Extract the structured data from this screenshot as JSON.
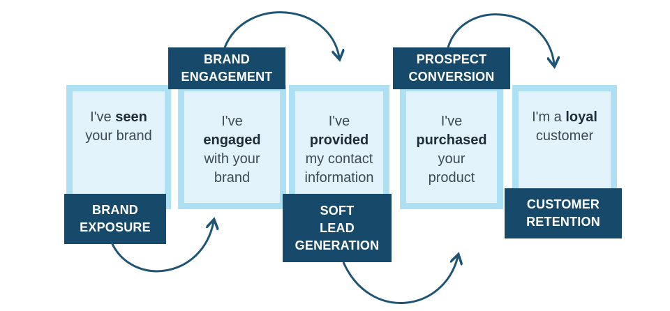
{
  "colors": {
    "card_fill": "#e3f3fb",
    "card_border": "#aee0f4",
    "label_fill": "#174a6a",
    "label_text": "#ffffff",
    "arrow": "#1f5574"
  },
  "stages": [
    {
      "label": [
        "BRAND",
        "EXPOSURE"
      ],
      "statement": [
        [
          {
            "t": "I've "
          },
          {
            "t": "seen",
            "b": true
          }
        ],
        [
          {
            "t": "your brand"
          }
        ]
      ]
    },
    {
      "label": [
        "BRAND",
        "ENGAGEMENT"
      ],
      "statement": [
        [
          {
            "t": "I've"
          }
        ],
        [
          {
            "t": "engaged",
            "b": true
          }
        ],
        [
          {
            "t": "with your"
          }
        ],
        [
          {
            "t": "brand"
          }
        ]
      ]
    },
    {
      "label": [
        "SOFT",
        "LEAD",
        "GENERATION"
      ],
      "statement": [
        [
          {
            "t": "I've"
          }
        ],
        [
          {
            "t": "provided",
            "b": true
          }
        ],
        [
          {
            "t": "my contact"
          }
        ],
        [
          {
            "t": "information"
          }
        ]
      ]
    },
    {
      "label": [
        "PROSPECT",
        "CONVERSION"
      ],
      "statement": [
        [
          {
            "t": "I've"
          }
        ],
        [
          {
            "t": "purchased",
            "b": true
          }
        ],
        [
          {
            "t": "your"
          }
        ],
        [
          {
            "t": "product"
          }
        ]
      ]
    },
    {
      "label": [
        "CUSTOMER",
        "RETENTION"
      ],
      "statement": [
        [
          {
            "t": "I'm a "
          },
          {
            "t": "loyal",
            "b": true
          }
        ],
        [
          {
            "t": "customer"
          }
        ]
      ]
    }
  ]
}
